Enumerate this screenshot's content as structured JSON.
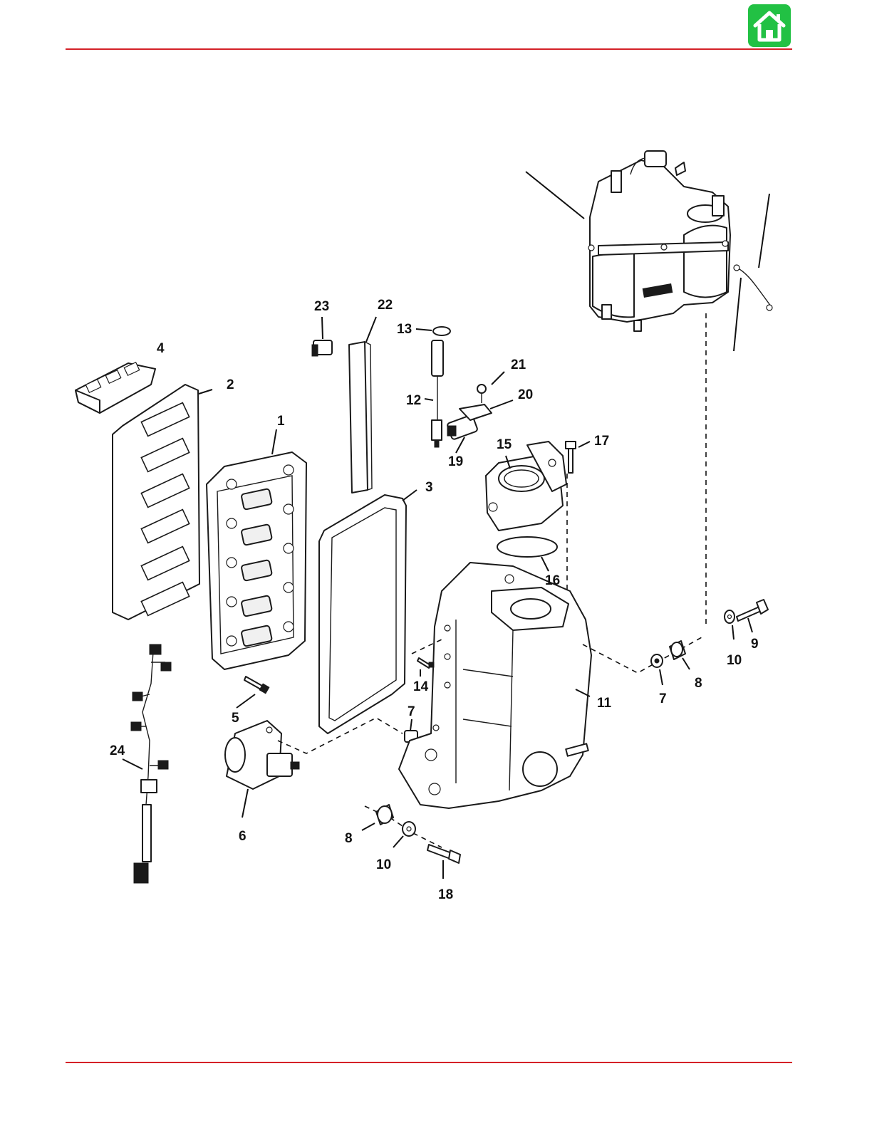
{
  "header": {
    "home_button_icon": "home-icon",
    "rule_color": "#d42128",
    "home_button_color": "#22c144"
  },
  "callouts": {
    "c1": "1",
    "c2": "2",
    "c3": "3",
    "c4": "4",
    "c5": "5",
    "c6": "6",
    "c7a": "7",
    "c7b": "7",
    "c8a": "8",
    "c8b": "8",
    "c9": "9",
    "c10a": "10",
    "c10b": "10",
    "c11": "11",
    "c12": "12",
    "c13": "13",
    "c14": "14",
    "c15": "15",
    "c16": "16",
    "c17": "17",
    "c18": "18",
    "c19": "19",
    "c20": "20",
    "c21": "21",
    "c22": "22",
    "c23": "23",
    "c24": "24"
  }
}
